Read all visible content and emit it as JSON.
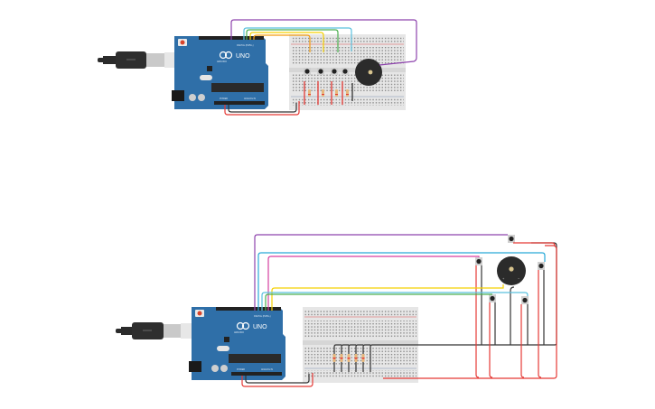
{
  "canvas": {
    "app": "Tinkercad Circuits",
    "background": "#ffffff"
  },
  "circuits": [
    {
      "id": "circuit-1",
      "description": "Arduino Uno with 4 pushbuttons, 4 resistors and a piezo buzzer on a half breadboard",
      "board": {
        "model_label": "UNO",
        "brand_label": "ARDUINO",
        "digital_label": "DIGITAL (PWM~)",
        "power_label": "POWER",
        "analog_label": "ANALOG IN"
      },
      "components": {
        "pushbuttons": 4,
        "resistors": 4,
        "piezo": 1
      },
      "wire_colors": [
        "#8e44ad",
        "#5bc0de",
        "#4caf50",
        "#f5d000",
        "#f39c12",
        "#e53935",
        "#333333"
      ]
    },
    {
      "id": "circuit-2",
      "description": "Arduino Uno with 5 resistors on breadboard, 5 off-board pushbuttons and a piezo buzzer",
      "board": {
        "model_label": "UNO",
        "brand_label": "ARDUINO",
        "digital_label": "DIGITAL (PWM~)",
        "power_label": "POWER",
        "analog_label": "ANALOG IN"
      },
      "components": {
        "pushbuttons": 5,
        "resistors": 5,
        "piezo": 1
      },
      "wire_colors": [
        "#8e44ad",
        "#29a9d8",
        "#d63fa1",
        "#f5d000",
        "#5bc0de",
        "#4caf50",
        "#e53935",
        "#333333"
      ]
    }
  ],
  "piezo_labels": {
    "plus": "+",
    "minus": "−"
  },
  "colors": {
    "board_blue": "#2f6fa8",
    "board_blue_dark": "#245a8c",
    "breadboard": "#e6e6e6",
    "rail_red": "#d94c4c",
    "rail_blue": "#7a8fb0",
    "purple": "#8e44ad",
    "cyan": "#5bc0de",
    "blue": "#29a9d8",
    "magenta": "#d63fa1",
    "green": "#4caf50",
    "yellow": "#f5d000",
    "orange": "#f39c12",
    "red": "#e53935",
    "black": "#333333"
  }
}
